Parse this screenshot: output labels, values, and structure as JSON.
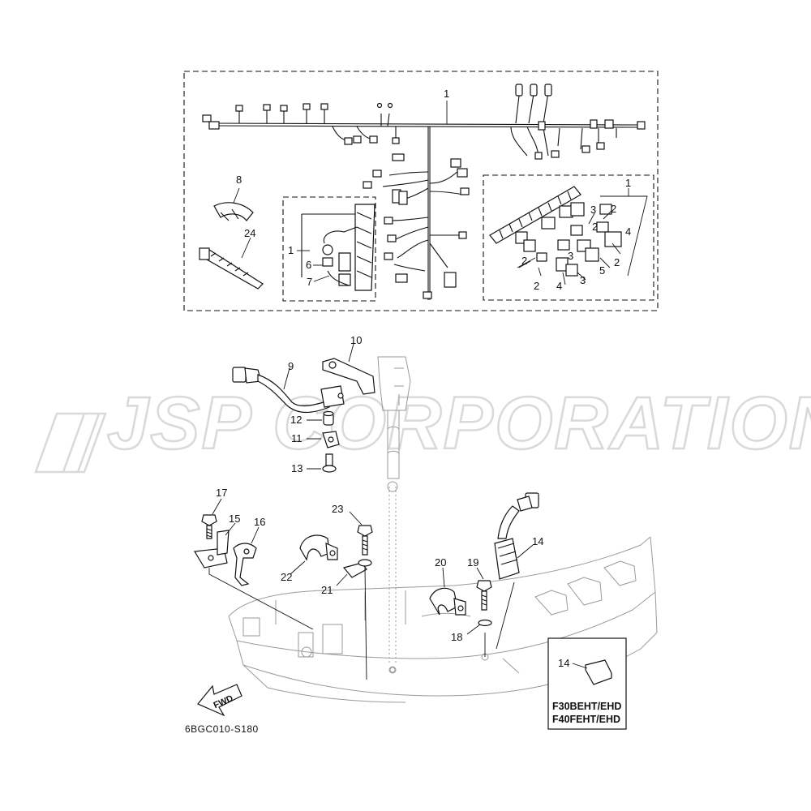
{
  "watermark": "JSP CORPORATION",
  "diagram_code": "6BGC010-S180",
  "fwd_label": "FWD",
  "model_box": {
    "part_label": "14",
    "models": [
      "F30BEHT/EHD",
      "F40FEHT/EHD"
    ]
  },
  "harness_callouts": {
    "main": "1",
    "clip": "8",
    "tie": "24",
    "sub_1": "1",
    "sub_6": "6",
    "sub_7": "7",
    "relay_1": "1",
    "relay_labels": [
      "2",
      "3",
      "2",
      "4",
      "5",
      "2",
      "2",
      "4",
      "3",
      "2",
      "3"
    ]
  },
  "part_callouts": {
    "p9": "9",
    "p10": "10",
    "p11": "11",
    "p12": "12",
    "p13": "13",
    "p14": "14",
    "p15": "15",
    "p16": "16",
    "p17": "17",
    "p18": "18",
    "p19": "19",
    "p20": "20",
    "p21": "21",
    "p22": "22",
    "p23": "23"
  }
}
